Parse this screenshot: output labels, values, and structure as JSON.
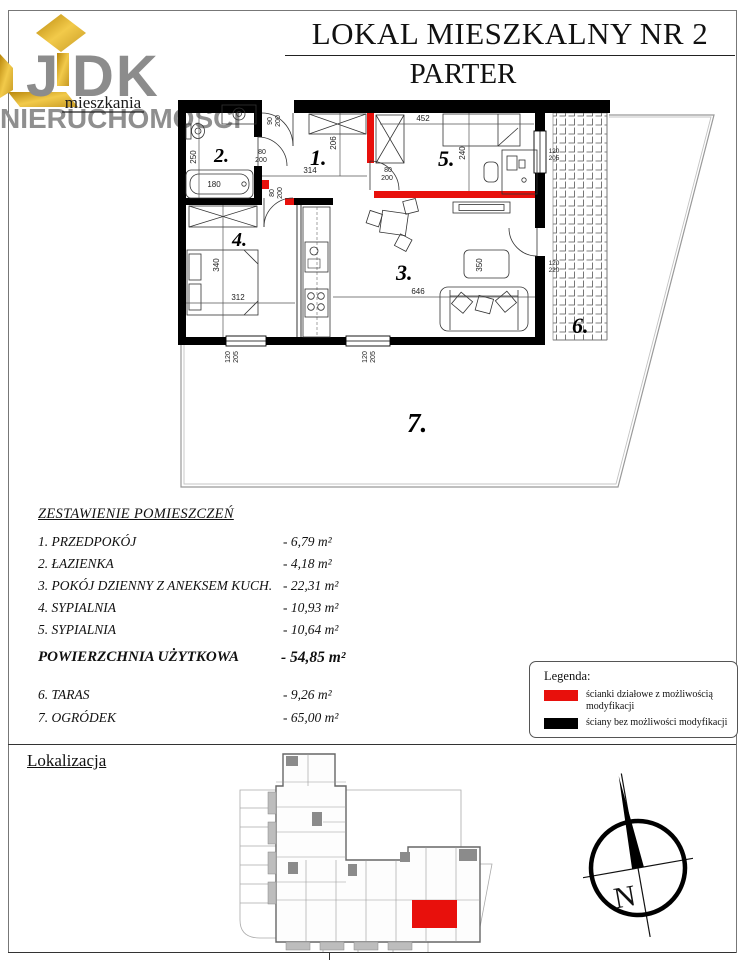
{
  "header": {
    "title_line1": "LOKAL MIESZKALNY NR 2",
    "title_line2": "PARTER"
  },
  "logo": {
    "letter_j": "J",
    "letters_dk": "DK",
    "subtitle": "mieszkania",
    "company": "NIERUCHOMOŚCI",
    "gold_color": "#d9a62e",
    "gray_color": "#8c8c8c"
  },
  "plan": {
    "rooms": {
      "r1": "1.",
      "r2": "2.",
      "r3": "3.",
      "r4": "4.",
      "r5": "5.",
      "r6": "6.",
      "r7": "7."
    },
    "dims": {
      "d314": "314",
      "d206": "206",
      "d250": "250",
      "d180": "180",
      "d340": "340",
      "d312": "312",
      "d452": "452",
      "d240": "240",
      "d350": "350",
      "d646": "646"
    },
    "sizes": {
      "s80": "80",
      "s90": "90",
      "s120": "120",
      "s200": "200",
      "s205": "205",
      "s220": "220"
    },
    "wall_colors": {
      "structural": "#000000",
      "partition": "#e8100c"
    }
  },
  "room_table": {
    "heading": "ZESTAWIENIE POMIESZCZEŃ",
    "rows": [
      {
        "label": "1. PRZEDPOKÓJ",
        "value": "- 6,79 m²"
      },
      {
        "label": "2. ŁAZIENKA",
        "value": "- 4,18 m²"
      },
      {
        "label": "3. POKÓJ DZIENNY Z ANEKSEM KUCH.",
        "value": "- 22,31 m²"
      },
      {
        "label": "4. SYPIALNIA",
        "value": "- 10,93 m²"
      },
      {
        "label": "5. SYPIALNIA",
        "value": "- 10,64 m²"
      }
    ],
    "total": {
      "label": "POWIERZCHNIA UŻYTKOWA",
      "value": "- 54,85 m²"
    },
    "extra_rows": [
      {
        "label": "6. TARAS",
        "value": "- 9,26 m²"
      },
      {
        "label": "7. OGRÓDEK",
        "value": "- 65,00 m²"
      }
    ]
  },
  "legend": {
    "heading": "Legenda:",
    "items": [
      {
        "color": "#e8100c",
        "label": "ścianki działowe z możliwością modyfikacji"
      },
      {
        "color": "#000000",
        "label": "ściany bez możliwości modyfikacji"
      }
    ]
  },
  "location": {
    "heading": "Lokalizacja",
    "compass_letter": "N",
    "highlight_color": "#e8100c"
  }
}
